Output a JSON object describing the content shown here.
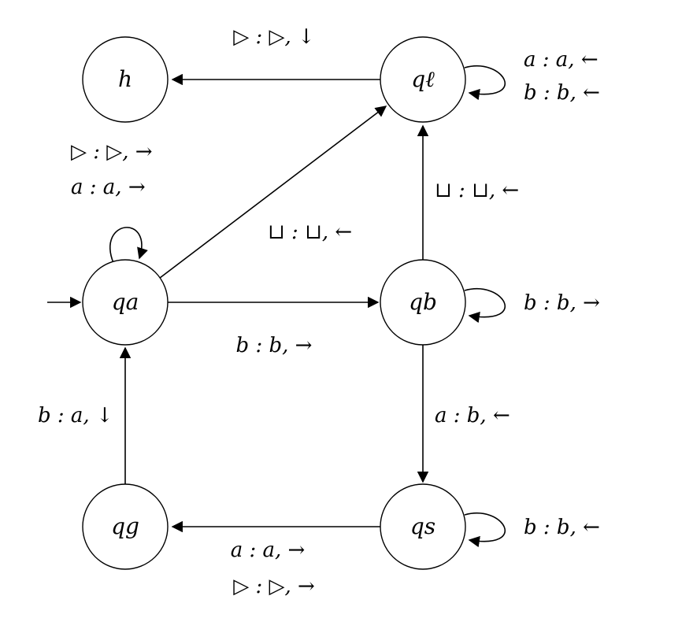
{
  "states": {
    "h": "h",
    "ql": "qℓ",
    "qa": "qa",
    "qb": "qb",
    "qg": "qg",
    "qs": "qs"
  },
  "transitions": {
    "ql_to_h": "▷ : ▷, ↓",
    "ql_loop_1": "a : a, ←",
    "ql_loop_2": "b : b, ←",
    "qa_loop_1": "▷ : ▷, →",
    "qa_loop_2": "a : a, →",
    "qa_to_ql": "⊔ : ⊔, ←",
    "qb_to_ql": "⊔ : ⊔, ←",
    "qa_to_qb": "b : b, →",
    "qb_loop": "b : b, →",
    "qb_to_qs": "a : b, ←",
    "qg_to_qa": "b : a, ↓",
    "qs_loop": "b : b, ←",
    "qs_to_qg_1": "a : a, →",
    "qs_to_qg_2": "▷ : ▷, →"
  }
}
